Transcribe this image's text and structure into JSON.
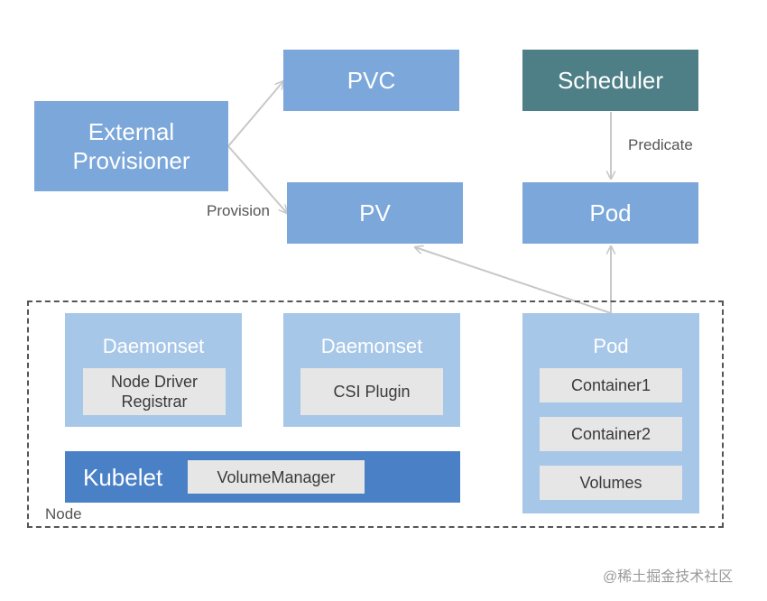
{
  "boxes": {
    "pvc": "PVC",
    "scheduler": "Scheduler",
    "external_provisioner": "External Provisioner",
    "pv": "PV",
    "pod_top": "Pod"
  },
  "edges": {
    "predicate": "Predicate",
    "provision": "Provision"
  },
  "node": {
    "label": "Node",
    "daemonset1": {
      "title": "Daemonset",
      "inner": "Node Driver Registrar"
    },
    "daemonset2": {
      "title": "Daemonset",
      "inner": "CSI Plugin"
    },
    "pod": {
      "title": "Pod",
      "containers": [
        "Container1",
        "Container2",
        "Volumes"
      ]
    },
    "kubelet": {
      "title": "Kubelet",
      "inner": "VolumeManager"
    }
  },
  "watermark": "@稀土掘金技术社区",
  "colors": {
    "blue": "#7ba7da",
    "teal": "#4e7e86",
    "light_blue": "#a7c7e8",
    "kubelet": "#4a80c6"
  }
}
